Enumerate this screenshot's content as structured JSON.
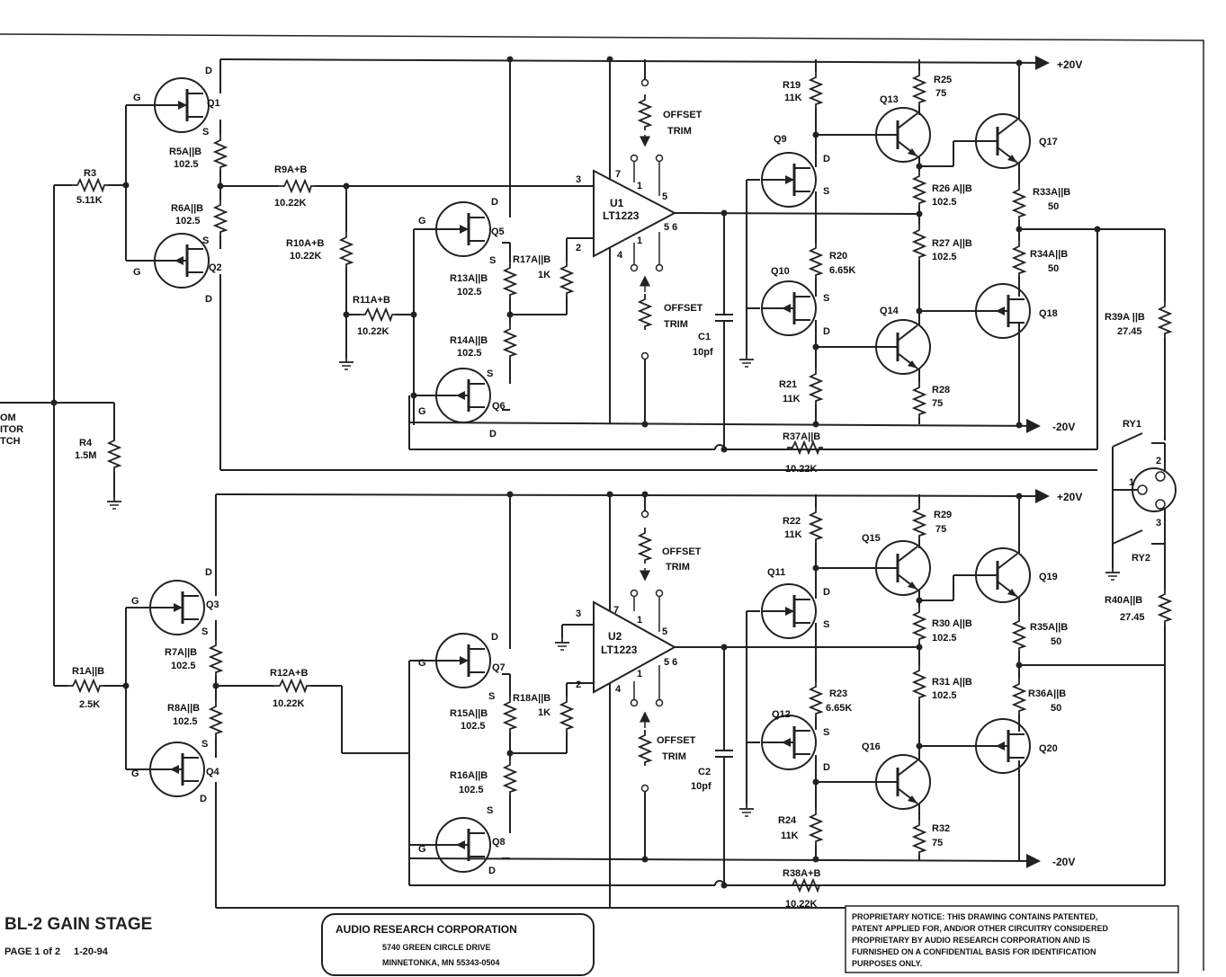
{
  "title": "BL-2 GAIN STAGE",
  "page": "PAGE 1 of 2",
  "date": "1-20-94",
  "company": {
    "name": "AUDIO RESEARCH CORPORATION",
    "address1": "5740 GREEN CIRCLE DRIVE",
    "address2": "MINNETONKA, MN 55343-0504"
  },
  "notice": [
    "PROPRIETARY NOTICE:  THIS DRAWING CONTAINS PATENTED,",
    "PATENT APPLIED FOR, AND/OR OTHER CIRCUITRY CONSIDERED",
    "PROPRIETARY BY AUDIO RESEARCH CORPORATION AND IS",
    "FURNISHED ON A CONFIDENTIAL BASIS FOR IDENTIFICATION",
    "PURPOSES ONLY."
  ],
  "input": [
    "OM",
    "ITOR",
    "TCH"
  ],
  "rails": {
    "pos": "+20V",
    "neg": "-20V"
  },
  "pins": {
    "g": "G",
    "d": "D",
    "s": "S",
    "p1": "1",
    "p2": "2",
    "p3": "3",
    "p4": "4",
    "p5": "5",
    "p6": "6",
    "p7": "7",
    "p56": "5 6"
  },
  "offset_trim": [
    "OFFSET",
    "TRIM"
  ],
  "top": {
    "R3": [
      "R3",
      "5.11K"
    ],
    "R4": [
      "R4",
      "1.5M"
    ],
    "Q1": "Q1",
    "Q2": "Q2",
    "R5": [
      "R5A||B",
      "102.5"
    ],
    "R6": [
      "R6A||B",
      "102.5"
    ],
    "R9": [
      "R9A+B",
      "10.22K"
    ],
    "R10": [
      "R10A+B",
      "10.22K"
    ],
    "R11": [
      "R11A+B",
      "10.22K"
    ],
    "Q5": "Q5",
    "Q6": "Q6",
    "R13": [
      "R13A||B",
      "102.5"
    ],
    "R14": [
      "R14A||B",
      "102.5"
    ],
    "R17": [
      "R17A||B",
      "1K"
    ],
    "U1": [
      "U1",
      "LT1223"
    ],
    "C1": [
      "C1",
      "10pf"
    ],
    "Q9": "Q9",
    "Q10": "Q10",
    "R19": [
      "R19",
      "11K"
    ],
    "R20": [
      "R20",
      "6.65K"
    ],
    "R21": [
      "R21",
      "11K"
    ],
    "Q13": "Q13",
    "Q14": "Q14",
    "Q17": "Q17",
    "Q18": "Q18",
    "R25": [
      "R25",
      "75"
    ],
    "R26": [
      "R26 A||B",
      "102.5"
    ],
    "R27": [
      "R27 A||B",
      "102.5"
    ],
    "R28": [
      "R28",
      "75"
    ],
    "R33": [
      "R33A||B",
      "50"
    ],
    "R34": [
      "R34A||B",
      "50"
    ],
    "R37": [
      "R37A||B",
      "10.22K"
    ],
    "R39": [
      "R39A ||B",
      "27.45"
    ]
  },
  "bottom": {
    "R1": [
      "R1A||B",
      "2.5K"
    ],
    "Q3": "Q3",
    "Q4": "Q4",
    "R7": [
      "R7A||B",
      "102.5"
    ],
    "R8": [
      "R8A||B",
      "102.5"
    ],
    "R12": [
      "R12A+B",
      "10.22K"
    ],
    "Q7": "Q7",
    "Q8": "Q8",
    "R15": [
      "R15A||B",
      "102.5"
    ],
    "R16": [
      "R16A||B",
      "102.5"
    ],
    "R18": [
      "R18A||B",
      "1K"
    ],
    "U2": [
      "U2",
      "LT1223"
    ],
    "C2": [
      "C2",
      "10pf"
    ],
    "Q11": "Q11",
    "Q12": "Q12",
    "R22": [
      "R22",
      "11K"
    ],
    "R23": [
      "R23",
      "6.65K"
    ],
    "R24": [
      "R24",
      "11K"
    ],
    "Q15": "Q15",
    "Q16": "Q16",
    "Q19": "Q19",
    "Q20": "Q20",
    "R29": [
      "R29",
      "75"
    ],
    "R30": [
      "R30 A||B",
      "102.5"
    ],
    "R31": [
      "R31 A||B",
      "102.5"
    ],
    "R32": [
      "R32",
      "75"
    ],
    "R35": [
      "R35A||B",
      "50"
    ],
    "R36": [
      "R36A||B",
      "50"
    ],
    "R38": [
      "R38A+B",
      "10.22K"
    ],
    "R40": [
      "R40A||B",
      "27.45"
    ]
  },
  "relays": {
    "RY1": "RY1",
    "RY2": "RY2"
  }
}
